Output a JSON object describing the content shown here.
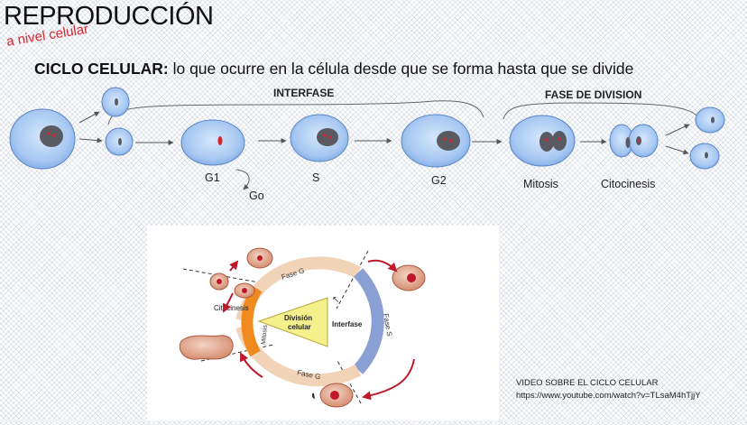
{
  "slide": {
    "title": "REPRODUCCIÓN",
    "subtitle": "a nivel celular",
    "headline_bold": "CICLO CELULAR:",
    "headline_rest": " lo que ocurre en la célula desde que se forma hasta que se divide"
  },
  "diagram": {
    "sections": {
      "interphase": "INTERFASE",
      "division": "FASE DE DIVISION"
    },
    "stages": {
      "g1": "G1",
      "go": "Go",
      "s": "S",
      "g2": "G2",
      "mitosis": "Mitosis",
      "cytokinesis": "Citocinesis"
    }
  },
  "figure": {
    "phase_g_top": "Fase G",
    "phase_g_bottom": "Fase G",
    "phase_s": "Fase S",
    "mitosis": "Mitosis",
    "cytokinesis": "Citocinesis",
    "center_line1": "División",
    "center_line2": "celular",
    "interphase": "Interfase"
  },
  "video": {
    "label": "VIDEO SOBRE EL CICLO CELULAR",
    "url": "https://www.youtube.com/watch?v=TLsaM4hTjjY"
  },
  "colors": {
    "cell_fill": "#aacbf3",
    "nucleus": "#5a5a62",
    "chromosome": "#d9232e",
    "accent_red": "#d9232e"
  }
}
